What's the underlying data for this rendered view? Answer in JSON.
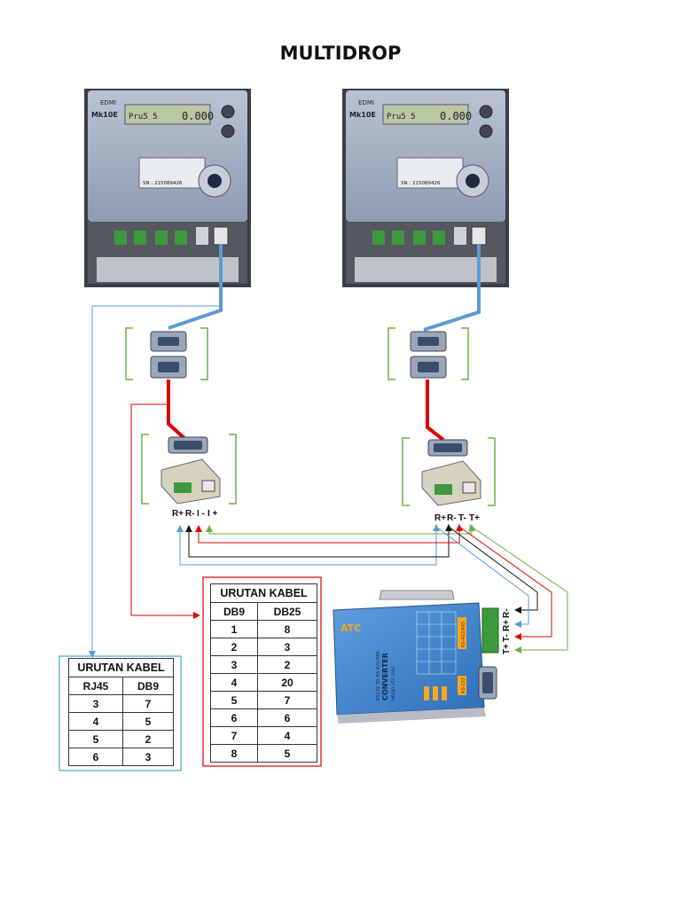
{
  "title": "MULTIDROP",
  "colors": {
    "rj45_cable": "#5b9bd5",
    "db9_db25_cable": "#e00000",
    "wire_blue": "#5b9bd5",
    "wire_black": "#111111",
    "wire_red": "#e00000",
    "wire_green": "#70ad47",
    "frame_green": "#70ad47",
    "frame_red": "#d00000",
    "frame_cyan": "#4aa8c0"
  },
  "meters": [
    {
      "brand": "EDMI",
      "model": "Mk10E",
      "display_left": "Pru5 5",
      "display_right": "0.000",
      "serial": "SN : 215089426"
    },
    {
      "brand": "EDMI",
      "model": "Mk10E",
      "display_left": "Pru5 5",
      "display_right": "0.000",
      "serial": "SN : 215089426"
    }
  ],
  "terminals": {
    "left": [
      "R+",
      "R-",
      "I -",
      "I +"
    ],
    "right": [
      "R+",
      "R-",
      "T-",
      "T+"
    ],
    "converter": [
      "R-",
      "R+",
      "T-",
      "T+"
    ]
  },
  "converter": {
    "brand": "ATC",
    "title_line": "RS232 TO RS-422/485",
    "name": "CONVERTER",
    "model": "MODEL ATC-1000",
    "port_label_1": "RS-422/485",
    "port_label_2": "RS-232"
  },
  "table_db9_db25": {
    "caption": "URUTAN KABEL",
    "headers": [
      "DB9",
      "DB25"
    ],
    "rows": [
      [
        "1",
        "8"
      ],
      [
        "2",
        "3"
      ],
      [
        "3",
        "2"
      ],
      [
        "4",
        "20"
      ],
      [
        "5",
        "7"
      ],
      [
        "6",
        "6"
      ],
      [
        "7",
        "4"
      ],
      [
        "8",
        "5"
      ]
    ]
  },
  "table_rj45_db9": {
    "caption": "URUTAN KABEL",
    "headers": [
      "RJ45",
      "DB9"
    ],
    "rows": [
      [
        "3",
        "7"
      ],
      [
        "4",
        "5"
      ],
      [
        "5",
        "2"
      ],
      [
        "6",
        "3"
      ]
    ]
  }
}
